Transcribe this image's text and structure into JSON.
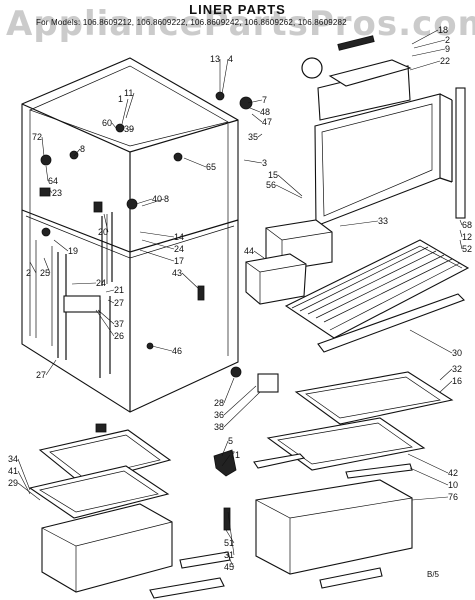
{
  "watermark": "AppliancePartsPros.com",
  "title": "LINER PARTS",
  "models": "For Models: 106.8609212, 106.8609222, 106.8609242, 106.8609262, 106.8609282",
  "page_code": "B/5",
  "callouts": [
    {
      "text": "18"
    },
    {
      "text": "2"
    },
    {
      "text": "9"
    },
    {
      "text": "22"
    },
    {
      "text": "13"
    },
    {
      "text": "4"
    },
    {
      "text": "1"
    },
    {
      "text": "60"
    },
    {
      "text": "11"
    },
    {
      "text": "39"
    },
    {
      "text": "72"
    },
    {
      "text": "8"
    },
    {
      "text": "64"
    },
    {
      "text": "23"
    },
    {
      "text": "7"
    },
    {
      "text": "48"
    },
    {
      "text": "47"
    },
    {
      "text": "35"
    },
    {
      "text": "3"
    },
    {
      "text": "15"
    },
    {
      "text": "56"
    },
    {
      "text": "65"
    },
    {
      "text": "40"
    },
    {
      "text": "8"
    },
    {
      "text": "20"
    },
    {
      "text": "14"
    },
    {
      "text": "24"
    },
    {
      "text": "17"
    },
    {
      "text": "43"
    },
    {
      "text": "33"
    },
    {
      "text": "68"
    },
    {
      "text": "12"
    },
    {
      "text": "52"
    },
    {
      "text": "44"
    },
    {
      "text": "19"
    },
    {
      "text": "2"
    },
    {
      "text": "25"
    },
    {
      "text": "24"
    },
    {
      "text": "21"
    },
    {
      "text": "27"
    },
    {
      "text": "37"
    },
    {
      "text": "26"
    },
    {
      "text": "46"
    },
    {
      "text": "27"
    },
    {
      "text": "30"
    },
    {
      "text": "32"
    },
    {
      "text": "16"
    },
    {
      "text": "28"
    },
    {
      "text": "36"
    },
    {
      "text": "38"
    },
    {
      "text": "5"
    },
    {
      "text": "71"
    },
    {
      "text": "34"
    },
    {
      "text": "41"
    },
    {
      "text": "29"
    },
    {
      "text": "42"
    },
    {
      "text": "10"
    },
    {
      "text": "76"
    },
    {
      "text": "51"
    },
    {
      "text": "31"
    },
    {
      "text": "45"
    }
  ]
}
